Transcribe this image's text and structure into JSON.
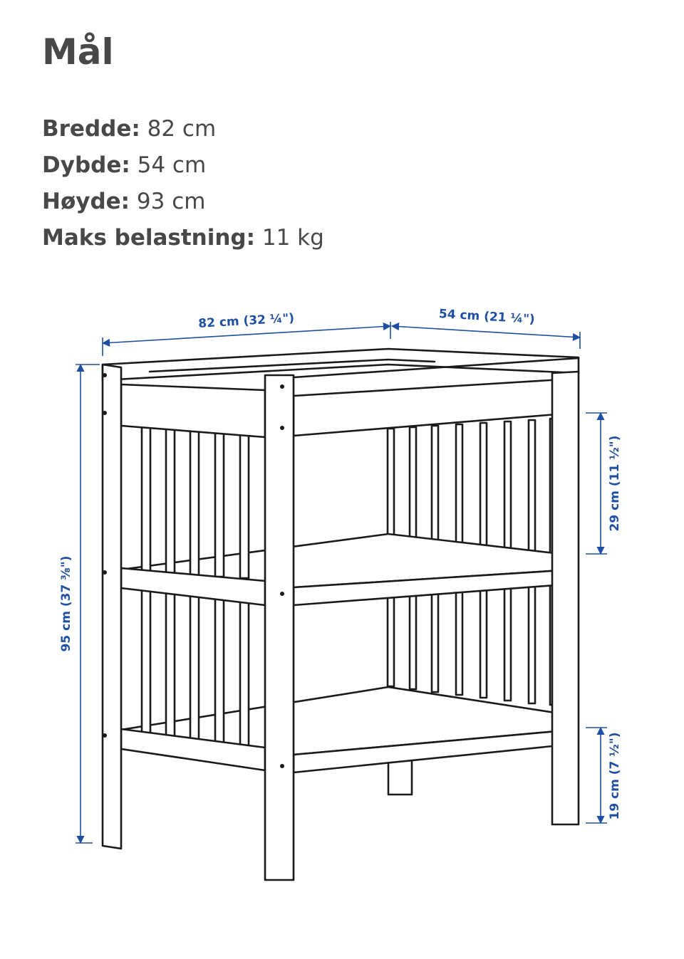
{
  "title": "Mål",
  "specs": [
    {
      "label": "Bredde:",
      "value": "82 cm"
    },
    {
      "label": "Dybde:",
      "value": "54 cm"
    },
    {
      "label": "Høyde:",
      "value": "93 cm"
    },
    {
      "label": "Maks belastning:",
      "value": "11 kg"
    }
  ],
  "diagram": {
    "dim_width": "82 cm (32 ¼\")",
    "dim_depth": "54 cm (21 ¼\")",
    "dim_height": "95 cm (37 ⅜\")",
    "dim_shelf_gap": "29 cm (11 ½\")",
    "dim_floor_clearance": "19 cm (7 ½\")",
    "colors": {
      "line": "#1a1a1a",
      "dimension": "#1f4fa3"
    }
  }
}
